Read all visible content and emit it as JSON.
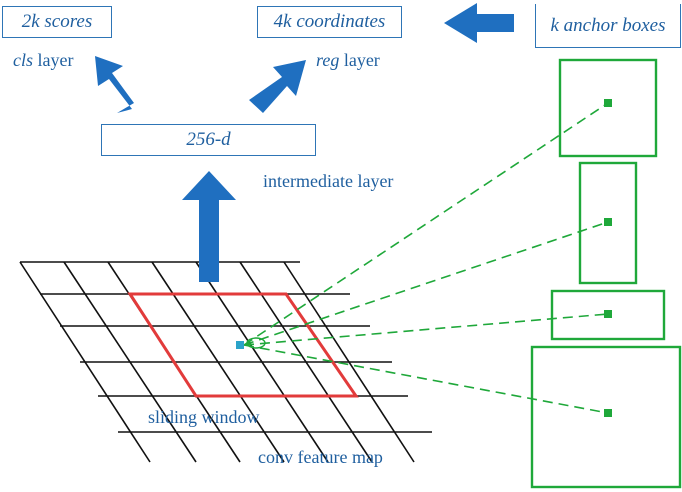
{
  "boxes": {
    "scores": "2k  scores",
    "coordinates": "4k  coordinates",
    "anchors": "k anchor boxes",
    "intermediate": "256-d"
  },
  "labels": {
    "cls_em": "cls",
    "cls_rest": " layer",
    "reg_em": "reg",
    "reg_rest": " layer",
    "intermediate": "intermediate layer",
    "sliding_window": "sliding window",
    "feature_map": "conv feature map"
  },
  "colors": {
    "blue": "#1f6fc0",
    "text_blue": "#1f5f9f",
    "green": "#1fa83a",
    "red": "#e23b3b",
    "grid": "#111111"
  }
}
